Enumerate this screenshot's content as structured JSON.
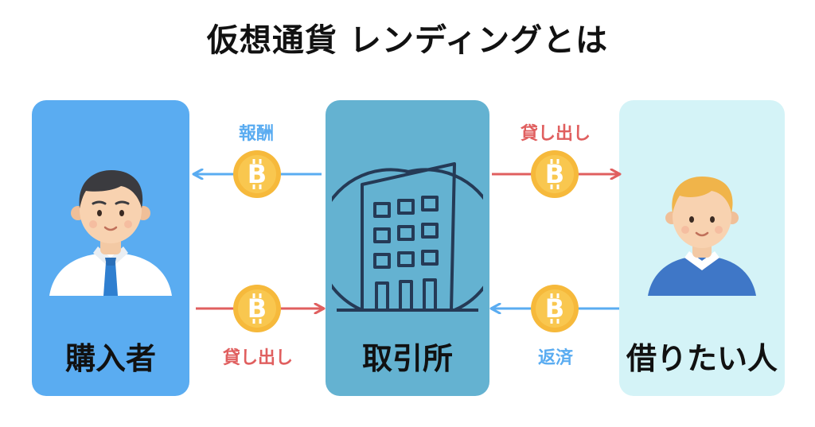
{
  "title": "仮想通貨 レンディングとは",
  "nodes": {
    "buyer": "購入者",
    "exchange": "取引所",
    "borrower": "借りたい人"
  },
  "flows": {
    "reward": "報酬",
    "lend_top": "貸し出し",
    "lend_bottom": "貸し出し",
    "repay": "返済"
  },
  "colors": {
    "blue_arrow": "#5aacf1",
    "red_arrow": "#e05f5f",
    "coin": "#f6b93b",
    "buyer_card": "#5aacf1",
    "exchange_card": "#64b2d1",
    "borrower_card": "#d4f3f7"
  },
  "icons": {
    "coin": "bitcoin-coin-icon",
    "building": "building-icon",
    "buyer_avatar": "businessman-avatar-icon",
    "borrower_avatar": "blond-person-avatar-icon"
  }
}
